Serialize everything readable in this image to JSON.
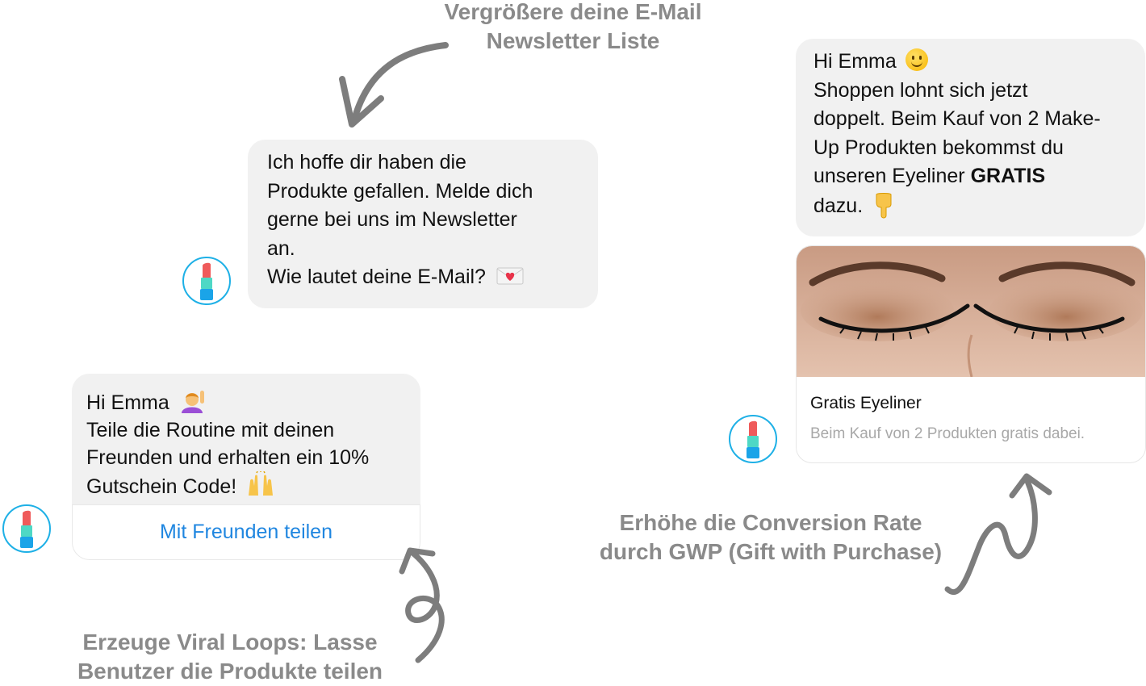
{
  "captions": {
    "newsletter": [
      "Vergrößere deine E-Mail",
      "Newsletter Liste"
    ],
    "conversion": [
      "Erhöhe die Conversion Rate",
      "durch GWP (Gift with Purchase)"
    ],
    "viral": [
      "Erzeuge Viral Loops: Lasse",
      "Benutzer die Produkte teilen"
    ]
  },
  "newsletter_message": {
    "lines": [
      "Ich hoffe dir haben die",
      "Produkte gefallen. Melde dich",
      "gerne bei uns im Newsletter",
      "an.",
      "Wie lautet deine E-Mail?"
    ],
    "emoji": "envelope-with-heart-icon"
  },
  "share_message": {
    "greeting": "Hi Emma",
    "greeting_emoji": "person-raising-hand-icon",
    "lines": [
      "Teile die Routine mit deinen",
      "Freunden und erhalten ein 10%",
      "Gutschein Code!"
    ],
    "end_emoji": "raising-hands-icon",
    "button_label": "Mit Freunden teilen"
  },
  "offer_message": {
    "greeting": "Hi Emma",
    "greeting_emoji": "smiling-face-icon",
    "lines": [
      "Shoppen lohnt sich jetzt",
      "doppelt. Beim Kauf von 2 Make-",
      "Up Produkten bekommst du"
    ],
    "line_pre_bold": "unseren Eyeliner ",
    "bold": "GRATIS",
    "last_line": "dazu.",
    "end_emoji": "pointing-down-icon"
  },
  "product_card": {
    "title": "Gratis Eyeliner",
    "subtitle": "Beim Kauf von 2 Produkten gratis dabei.",
    "image": "eye-makeup-closeup"
  },
  "colors": {
    "caption": "#8a8a8a",
    "bubble": "#f1f1f1",
    "link": "#1f86e0",
    "avatar_ring": "#1eb0e6",
    "subtitle": "#a8a8a8"
  }
}
